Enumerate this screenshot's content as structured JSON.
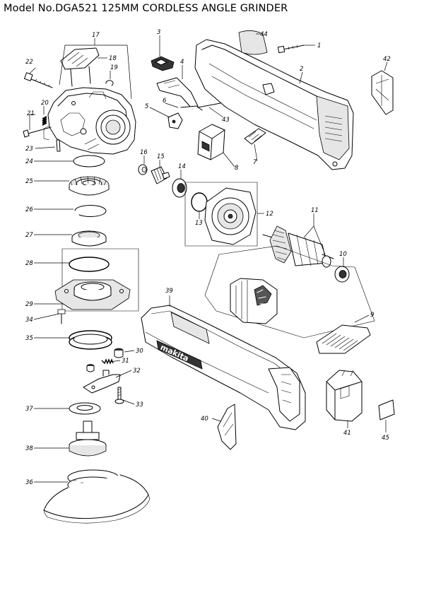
{
  "title": "Model No.DGA521 125MM CORDLESS ANGLE GRINDER",
  "parts": [
    {
      "id": "p1",
      "label": "1"
    },
    {
      "id": "p2",
      "label": "2"
    },
    {
      "id": "p3",
      "label": "3"
    },
    {
      "id": "p4",
      "label": "4"
    },
    {
      "id": "p5",
      "label": "5"
    },
    {
      "id": "p6",
      "label": "6"
    },
    {
      "id": "p7",
      "label": "7"
    },
    {
      "id": "p8",
      "label": "8"
    },
    {
      "id": "p9",
      "label": "9"
    },
    {
      "id": "p10",
      "label": "10"
    },
    {
      "id": "p11",
      "label": "11"
    },
    {
      "id": "p12",
      "label": "12"
    },
    {
      "id": "p13",
      "label": "13"
    },
    {
      "id": "p14",
      "label": "14"
    },
    {
      "id": "p15",
      "label": "15"
    },
    {
      "id": "p16",
      "label": "16"
    },
    {
      "id": "p17",
      "label": "17"
    },
    {
      "id": "p18",
      "label": "18"
    },
    {
      "id": "p19",
      "label": "19"
    },
    {
      "id": "p20",
      "label": "20"
    },
    {
      "id": "p21",
      "label": "21"
    },
    {
      "id": "p22",
      "label": "22"
    },
    {
      "id": "p23",
      "label": "23"
    },
    {
      "id": "p24",
      "label": "24"
    },
    {
      "id": "p25",
      "label": "25"
    },
    {
      "id": "p26",
      "label": "26"
    },
    {
      "id": "p27",
      "label": "27"
    },
    {
      "id": "p28",
      "label": "28"
    },
    {
      "id": "p29",
      "label": "29"
    },
    {
      "id": "p30",
      "label": "30"
    },
    {
      "id": "p31",
      "label": "31"
    },
    {
      "id": "p32",
      "label": "32"
    },
    {
      "id": "p33",
      "label": "33"
    },
    {
      "id": "p34",
      "label": "34"
    },
    {
      "id": "p35",
      "label": "35"
    },
    {
      "id": "p36",
      "label": "36"
    },
    {
      "id": "p37",
      "label": "37"
    },
    {
      "id": "p38",
      "label": "38"
    },
    {
      "id": "p39",
      "label": "39"
    },
    {
      "id": "p40",
      "label": "40"
    },
    {
      "id": "p41",
      "label": "41"
    },
    {
      "id": "p42",
      "label": "42"
    },
    {
      "id": "p43",
      "label": "43"
    },
    {
      "id": "p44",
      "label": "44"
    },
    {
      "id": "p45",
      "label": "45"
    }
  ],
  "brand_mark": "makita"
}
